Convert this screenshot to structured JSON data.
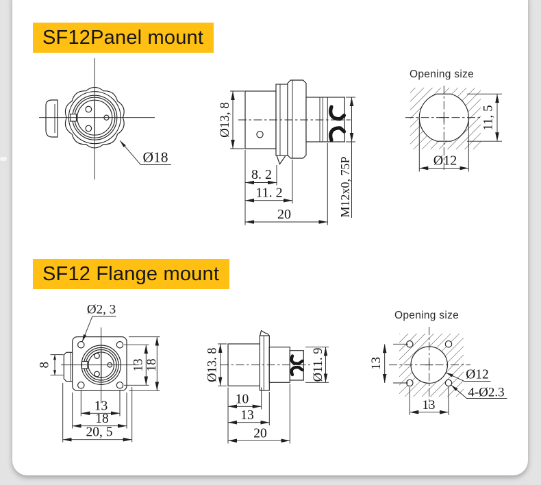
{
  "page": {
    "background": "#e3e3e3",
    "card_background": "#ffffff",
    "accent": "#FFC013",
    "line_color": "#222222"
  },
  "sections": {
    "panel": {
      "title": "SF12Panel mount",
      "front_view": {
        "diameter": "Ø18"
      },
      "side_view": {
        "body_diameter": "Ø13, 8",
        "len_rear": "8. 2",
        "len_mid": "11. 2",
        "len_total": "20",
        "thread": "M12x0, 75P"
      },
      "opening": {
        "title": "Opening size",
        "flat_height": "11, 5",
        "diameter": "Ø12"
      }
    },
    "flange": {
      "title": "SF12 Flange mount",
      "front_view": {
        "hole_diameter": "Ø2, 3",
        "key_offset": "8",
        "hole_pitch_v": "13",
        "flange_height": "18",
        "hole_pitch_h": "13",
        "flange_width": "18",
        "overall_width": "20, 5"
      },
      "side_view": {
        "body_diameter": "Ø13. 8",
        "front_diameter": "Ø11. 9",
        "len_body": "10",
        "len_flange": "13",
        "len_total": "20"
      },
      "opening": {
        "title": "Opening size",
        "hole_pitch_v": "13",
        "hole_pitch_h": "13",
        "diameter": "Ø12",
        "corner_holes": "4-Ø2.3"
      }
    }
  }
}
